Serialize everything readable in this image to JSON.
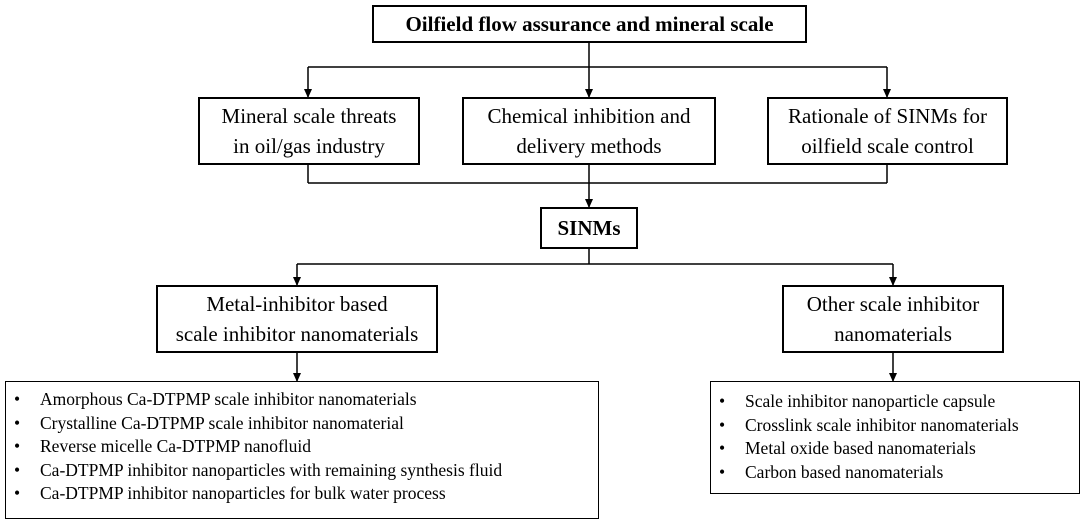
{
  "root": {
    "label": "Oilfield flow assurance and mineral scale"
  },
  "level1": [
    {
      "line1": "Mineral scale threats",
      "line2": "in oil/gas industry"
    },
    {
      "line1": "Chemical inhibition and",
      "line2": "delivery methods"
    },
    {
      "line1": "Rationale of SINMs for",
      "line2": "oilfield scale control"
    }
  ],
  "hub": {
    "label": "SINMs"
  },
  "level2": [
    {
      "line1": "Metal-inhibitor based",
      "line2": "scale inhibitor nanomaterials"
    },
    {
      "line1": "Other scale inhibitor",
      "line2": "nanomaterials"
    }
  ],
  "lists": {
    "left": [
      "Amorphous Ca-DTPMP scale inhibitor nanomaterials",
      "Crystalline Ca-DTPMP scale inhibitor nanomaterial",
      "Reverse micelle Ca-DTPMP nanofluid",
      "Ca-DTPMP inhibitor nanoparticles with remaining synthesis fluid",
      "Ca-DTPMP inhibitor nanoparticles for bulk water process"
    ],
    "right": [
      "Scale inhibitor nanoparticle capsule",
      "Crosslink scale inhibitor nanomaterials",
      "Metal oxide based nanomaterials",
      "Carbon based nanomaterials"
    ]
  }
}
